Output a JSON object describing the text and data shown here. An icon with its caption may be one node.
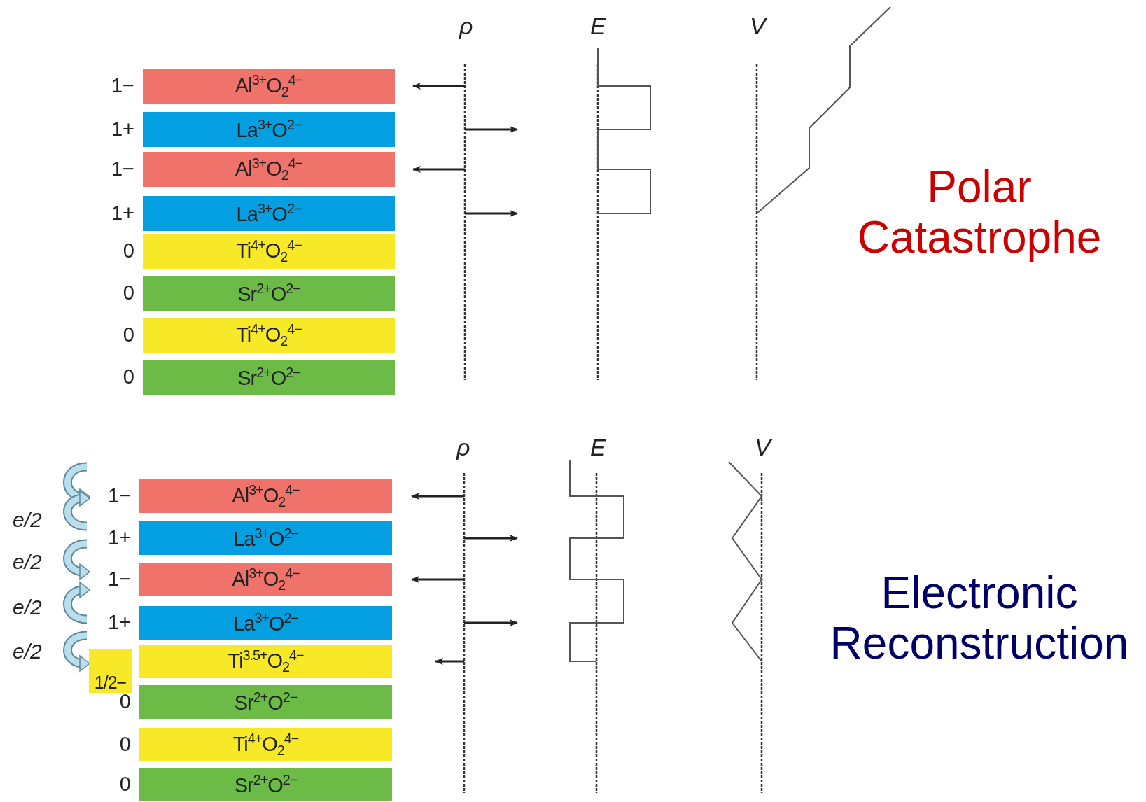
{
  "diagram": {
    "nodes": [
      {
        "text": [
          "Al$^{3+}$O$_{2}$$^{4−}$"
        ],
        "beside": [
          "1−"
        ]
      },
      {
        "text": [
          "La$^{3+}$O$^{2−}$"
        ],
        "beside": [
          "1+"
        ]
      },
      {
        "text": [
          "Al$^{3+}$O$_{2}$$^{4−}$"
        ],
        "beside": [
          "1−"
        ]
      },
      {
        "text": [
          "La$^{3+}$O$^{2−}$"
        ],
        "beside": [
          "1+"
        ]
      },
      {
        "text": [
          "Ti$^{4+}$O$_{2}$$^{4−}$"
        ],
        "beside": [
          "0"
        ]
      },
      {
        "text": [
          "Sr$^{2+}$O$^{2−}$"
        ],
        "beside": [
          "0"
        ]
      },
      {
        "text": [
          "Ti$^{4+}$O$_{2}$$^{4−}$"
        ],
        "beside": [
          "0"
        ]
      },
      {
        "text": [
          "Sr$^{2+}$O$^{2−}$"
        ],
        "beside": [
          "0"
        ]
      },
      {
        "text": [
          "Al$^{3+}$O$_{2}$$^{4−}$"
        ],
        "beside": [
          "1−"
        ]
      },
      {
        "text": [
          "La$^{3+}$O$^{2−}$"
        ],
        "beside": [
          "1+"
        ]
      },
      {
        "text": [
          "Al$^{3+}$O$_{2}$$^{4−}$"
        ],
        "beside": [
          "1−"
        ]
      },
      {
        "text": [
          "La$^{3+}$O$^{2−}$"
        ],
        "beside": [
          "1+"
        ]
      },
      {
        "text": [
          "1/2−"
        ]
      },
      {
        "text": [
          "Ti$^{3.5+}$O$_{2}$$^{4−}$"
        ]
      },
      {
        "text": [
          "Sr$^{2+}$O$^{2−}$"
        ],
        "beside": [
          "0"
        ]
      },
      {
        "text": [
          "Ti$^{4+}$O$_{2}$$^{4−}$"
        ],
        "beside": [
          "0"
        ]
      },
      {
        "text": [
          "Sr$^{2+}$O$^{2−}$"
        ],
        "beside": [
          "0"
        ]
      }
    ],
    "labels": [
      "ρ",
      "E",
      "V",
      "Polar Catastrophe",
      "ρ",
      "E",
      "V",
      "e/2",
      "e/2",
      "e/2",
      "e/2",
      "Electronic Reconstruction"
    ]
  }
}
